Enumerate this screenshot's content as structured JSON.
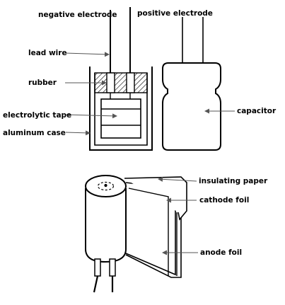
{
  "labels": {
    "negative_electrode": "negative electrode",
    "positive_electrode": "positive electrode",
    "lead_wire": "lead wire",
    "rubber": "rubber",
    "electrolytic_tape": "electrolytic tape",
    "aluminum_case": "aluminum case",
    "capacitor": "capacitor",
    "insulating_paper": "insulating paper",
    "cathode_foil": "cathode foil",
    "anode_foil": "anode foil"
  },
  "colors": {
    "ink": "#000000",
    "hatch": "#000000",
    "background": "#ffffff",
    "arrow": "#555555"
  }
}
